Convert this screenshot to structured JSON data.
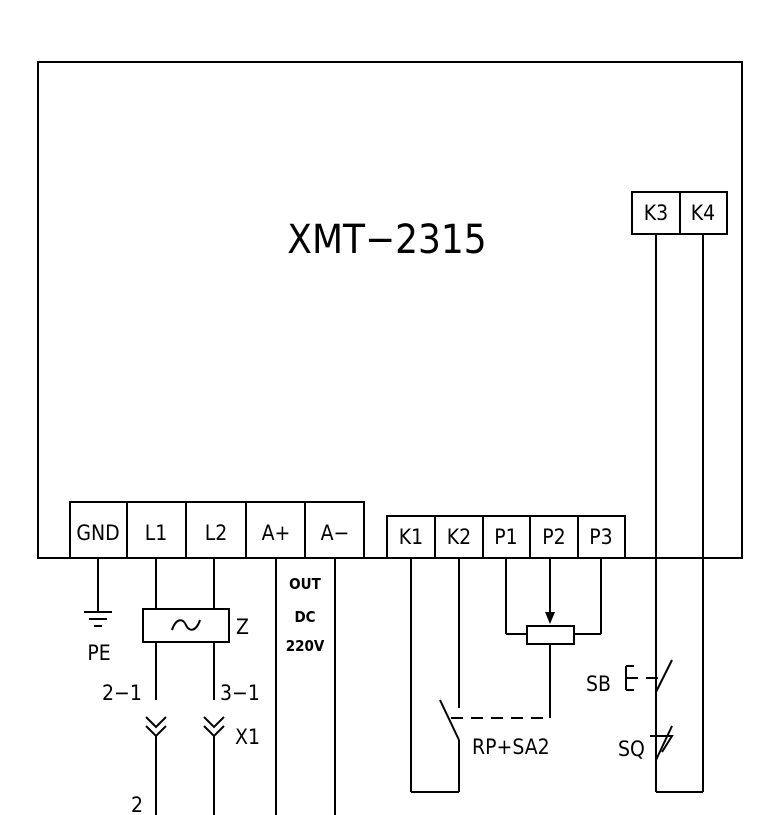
{
  "device": {
    "model": "XMT−2315"
  },
  "terminals": {
    "left_group": [
      "GND",
      "L1",
      "L2",
      "A+",
      "A−"
    ],
    "middle_group": [
      "K1",
      "K2",
      "P1",
      "P2",
      "P3"
    ],
    "right_group": [
      "K3",
      "K4"
    ]
  },
  "labels": {
    "pe": "PE",
    "filter": "Z",
    "filter_symbol": "~",
    "wire_2_1": "2−1",
    "wire_3_1": "3−1",
    "connector": "X1",
    "wire_2": "2",
    "out_line1": "OUT",
    "out_line2": "DC",
    "out_line3": "220V",
    "rp_sa2": "RP+SA2",
    "sb": "SB",
    "sq": "SQ"
  }
}
